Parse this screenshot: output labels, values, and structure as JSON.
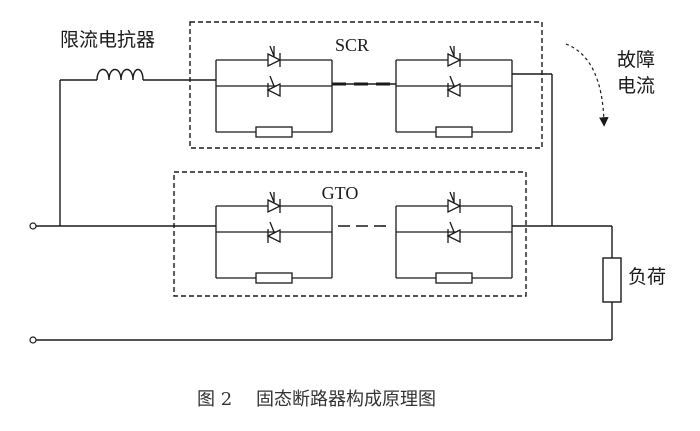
{
  "labels": {
    "inductor": "限流电抗器",
    "scr_group": "SCR",
    "gto_group": "GTO",
    "fault_current_line1": "故障",
    "fault_current_line2": "电流",
    "load": "负荷"
  },
  "caption": {
    "figure_number": "图 2",
    "title": "固态断路器构成原理图"
  },
  "colors": {
    "line": "#1a1a1a",
    "background": "#ffffff"
  }
}
